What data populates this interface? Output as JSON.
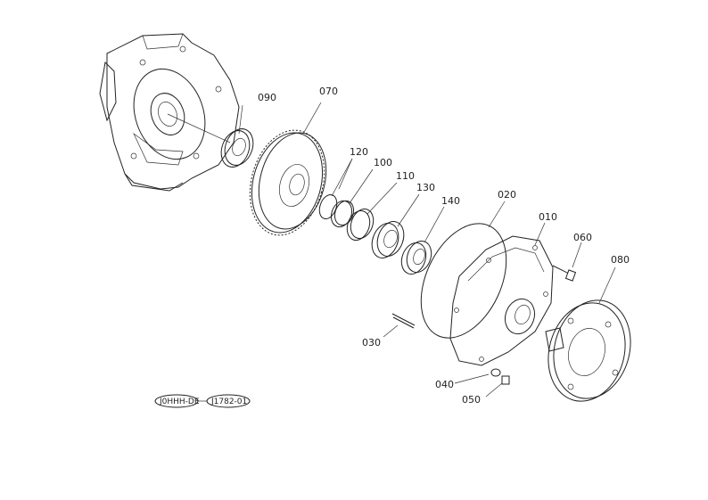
{
  "parts": {
    "p090": "090",
    "p070": "070",
    "p120": "120",
    "p100": "100",
    "p110": "110",
    "p130": "130",
    "p140": "140",
    "p020": "020",
    "p010": "010",
    "p060": "060",
    "p080": "080",
    "p030": "030",
    "p040": "040",
    "p050": "050"
  },
  "refs": {
    "left": "J0HHH-DE",
    "right": "J1782-01"
  }
}
